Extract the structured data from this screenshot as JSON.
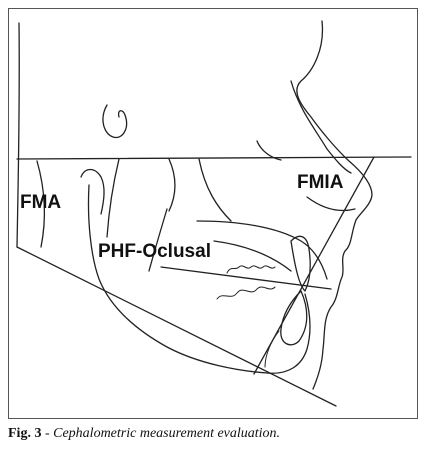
{
  "labels": {
    "fma": "FMA",
    "phf_oclusal": "PHF-Oclusal",
    "fmia": "FMIA"
  },
  "caption": {
    "label": "Fig. 3",
    "separator": " - ",
    "text": "Cephalometric measurement evaluation."
  }
}
